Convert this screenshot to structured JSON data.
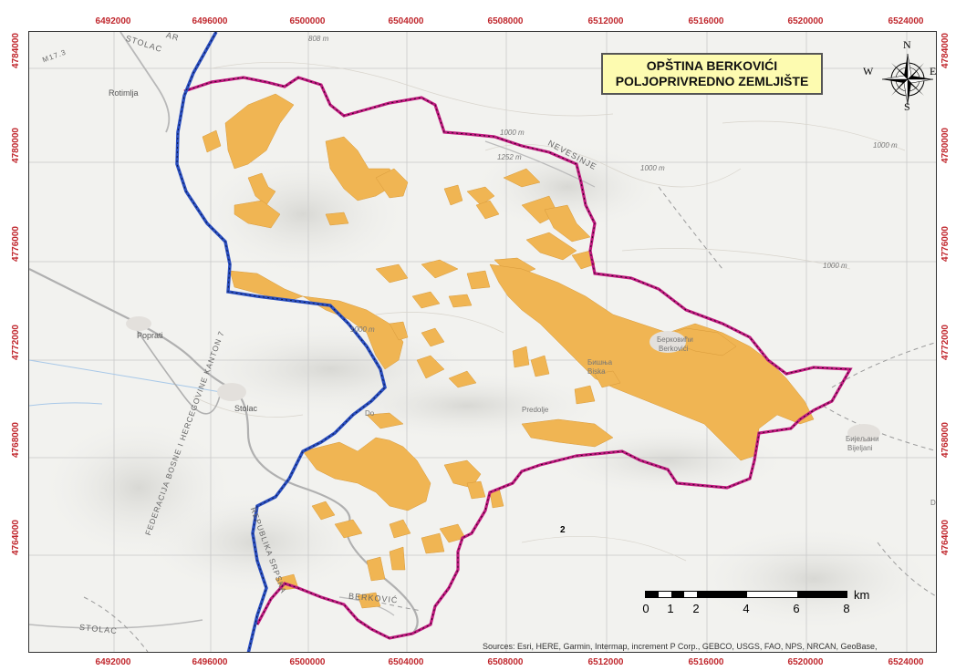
{
  "map": {
    "title_line1": "OPŠTINA BERKOVIĆI",
    "title_line2": "POLJOPRIVREDNO ZEMLJIŠTE",
    "x_ticks": [
      "6492000",
      "6496000",
      "6500000",
      "6504000",
      "6508000",
      "6512000",
      "6516000",
      "6520000",
      "6524000"
    ],
    "y_ticks": [
      "4784000",
      "4780000",
      "4776000",
      "4772000",
      "4768000",
      "4764000"
    ],
    "places": {
      "rotimlja": "Rotimlja",
      "poprati": "Poprati",
      "stolac": "Stolac",
      "berkovici": "Берковићи",
      "berkovici_lat": "Berkovići",
      "hrasno": "Бишња",
      "hrasno_lat": "Biska",
      "dol": "Do",
      "predolje": "Predolje",
      "bjeljani": "Бијељани",
      "bjeljani_lat": "Bijeljani",
      "dr": "Dr"
    },
    "road_labels": {
      "stolac_top": "STOLAC",
      "nevesinje": "NEVESINJE",
      "berkovici_road": "BERKOVIĆ",
      "stolac_bottom": "STOLAC",
      "m17": "M17.3",
      "ar": "AR"
    },
    "boundary_labels": {
      "fbih": "FEDERACIJA BOSNE I HERCEGOVINE KANTON 7",
      "rs": "REPUBLIKA SRPSKA"
    },
    "elevations": [
      "808 m",
      "1000 m",
      "1252 m",
      "1000 m",
      "1000 m",
      "1000 m",
      "1000 m"
    ],
    "label_2": "2",
    "scale": {
      "numbers": [
        "0",
        "1",
        "2",
        "4",
        "6",
        "8"
      ],
      "unit": "km"
    },
    "compass": {
      "n": "N",
      "s": "S",
      "e": "E",
      "w": "W"
    },
    "sources": "Sources: Esri, HERE, Garmin, Intermap, increment P Corp., GEBCO, USGS, FAO, NPS, NRCAN, GeoBase,",
    "colors": {
      "agricultural_land": "#f0b553",
      "municipality_boundary": "#c0197f",
      "entity_boundary": "#2a4ebf",
      "tick_labels": "#c0272d",
      "title_fill": "#fdfbb0"
    }
  }
}
